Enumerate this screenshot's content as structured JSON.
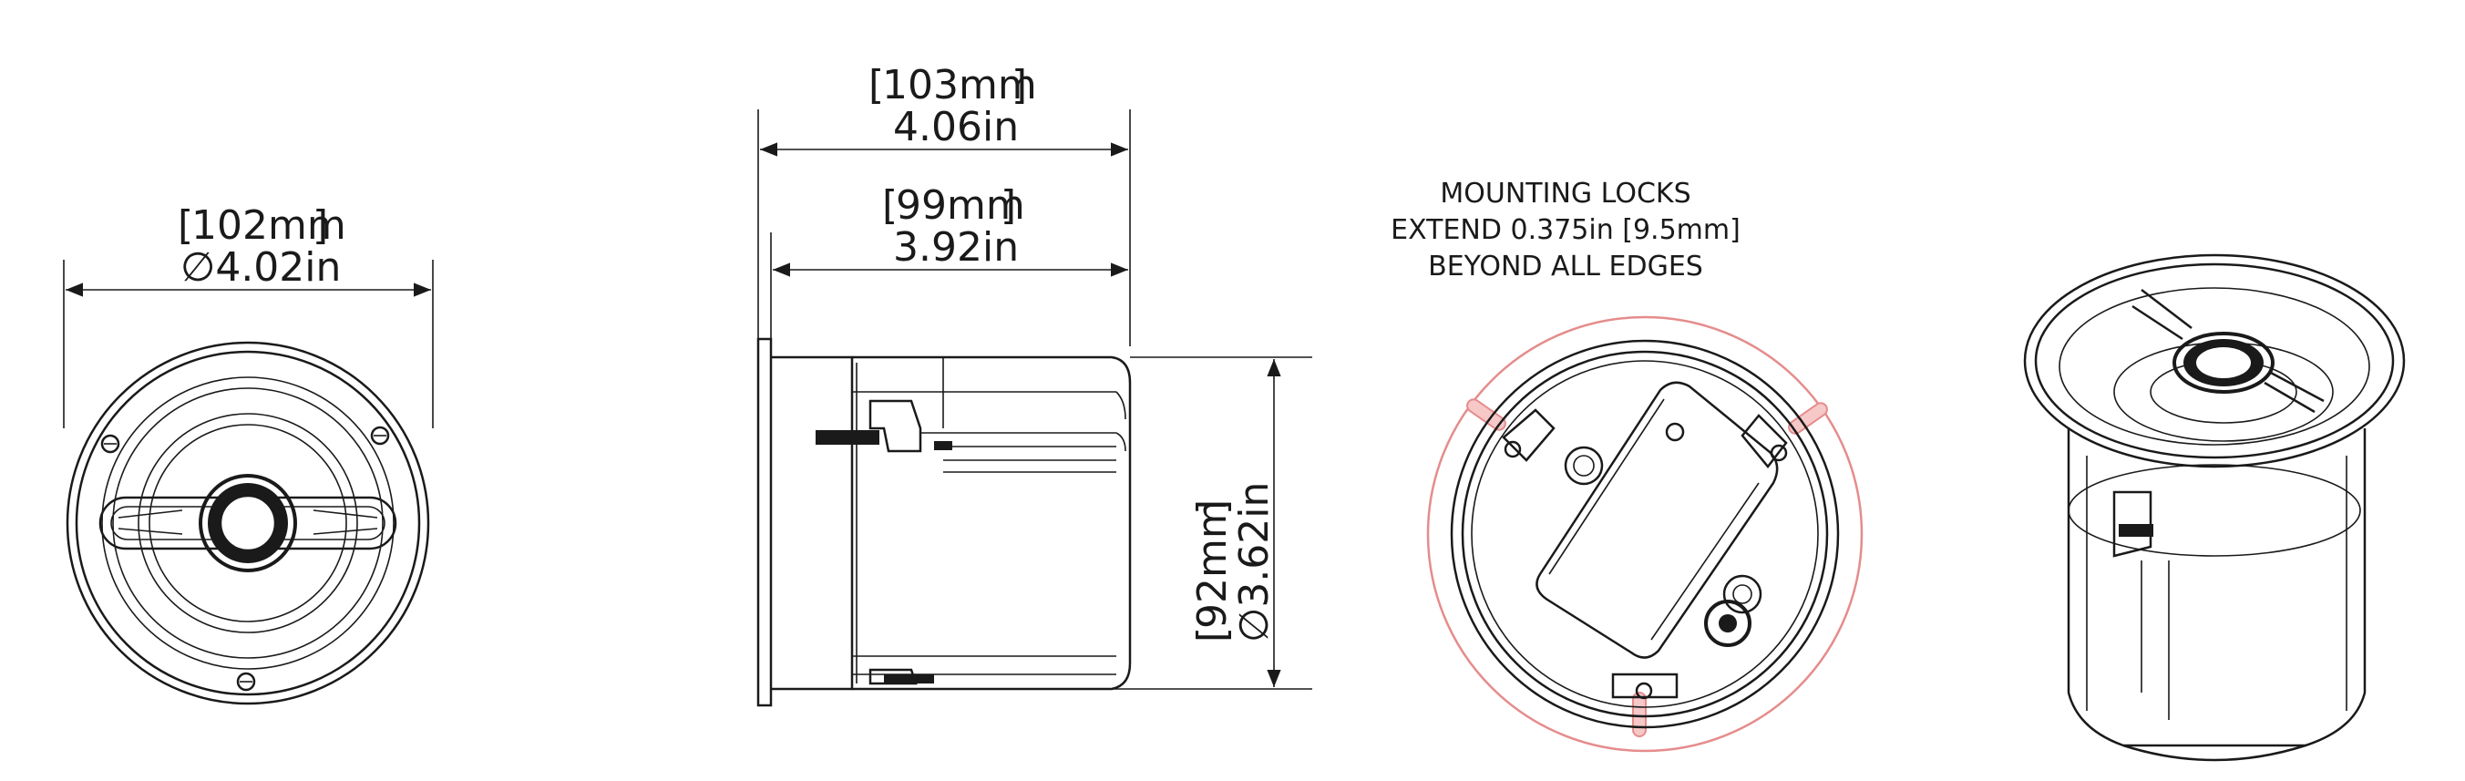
{
  "front_view": {
    "dim_metric": "102mm",
    "dim_imperial": "∅4.02in"
  },
  "side_view": {
    "overall_metric": "103mm",
    "overall_imperial": "4.06in",
    "body_metric": "99mm",
    "body_imperial": "3.92in",
    "height_metric": "92mm",
    "height_imperial": "∅3.62in"
  },
  "rear_view": {
    "note_line1": "MOUNTING LOCKS",
    "note_line2": "EXTEND 0.375in [9.5mm]",
    "note_line3": "BEYOND ALL EDGES"
  },
  "colors": {
    "line": "#1a1a1a",
    "mounting_lock_highlight": "#e58c8c"
  }
}
